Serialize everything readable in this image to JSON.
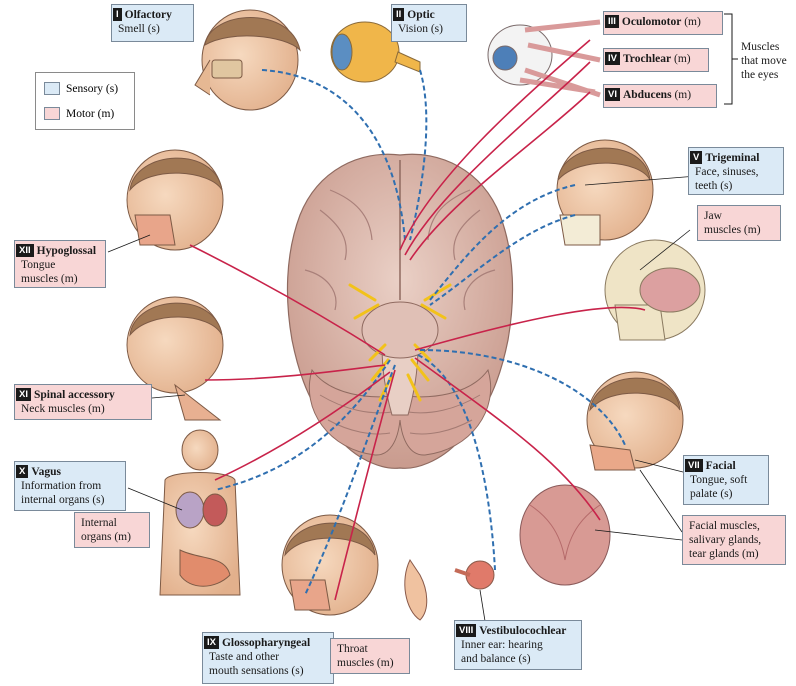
{
  "legend": {
    "sensory": "Sensory (s)",
    "motor": "Motor (m)"
  },
  "eye_muscles_note": [
    "Muscles",
    "that move",
    "the eyes"
  ],
  "nerves": {
    "olfactory": {
      "num": "I",
      "name": "Olfactory",
      "desc": "Smell (s)"
    },
    "optic": {
      "num": "II",
      "name": "Optic",
      "desc": "Vision (s)"
    },
    "oculomotor": {
      "num": "III",
      "name": "Oculomotor",
      "desc": "(m)"
    },
    "trochlear": {
      "num": "IV",
      "name": "Trochlear",
      "desc": "(m)"
    },
    "abducens": {
      "num": "VI",
      "name": "Abducens",
      "desc": "(m)"
    },
    "trigeminal": {
      "num": "V",
      "name": "Trigeminal",
      "desc1": "Face, sinuses,",
      "desc2": "teeth (s)",
      "motor1": "Jaw",
      "motor2": "muscles (m)"
    },
    "hypoglossal": {
      "num": "XII",
      "name": "Hypoglossal",
      "desc1": "Tongue",
      "desc2": "muscles (m)"
    },
    "spinal_accessory": {
      "num": "XI",
      "name": "Spinal accessory",
      "desc": "Neck muscles (m)"
    },
    "vagus": {
      "num": "X",
      "name": "Vagus",
      "desc1": "Information from",
      "desc2": "internal organs (s)",
      "motor1": "Internal",
      "motor2": "organs (m)"
    },
    "facial": {
      "num": "VII",
      "name": "Facial",
      "desc1": "Tongue, soft",
      "desc2": "palate (s)",
      "motor1": "Facial muscles,",
      "motor2": "salivary glands,",
      "motor3": "tear glands (m)"
    },
    "glossopharyngeal": {
      "num": "IX",
      "name": "Glossopharyngeal",
      "desc1": "Taste and other",
      "desc2": "mouth sensations (s)",
      "motor1": "Throat",
      "motor2": "muscles (m)"
    },
    "vestibulocochlear": {
      "num": "VIII",
      "name": "Vestibulocochlear",
      "desc1": "Inner ear: hearing",
      "desc2": "and balance (s)"
    }
  },
  "colors": {
    "sensory_line": "#2f6fb0",
    "motor_line": "#c8234a",
    "sensory_box": "#dbeaf6",
    "motor_box": "#f8d6d6",
    "skin": "#f0c9a6",
    "hair": "#a17854",
    "brain": "#d7b2a6"
  }
}
